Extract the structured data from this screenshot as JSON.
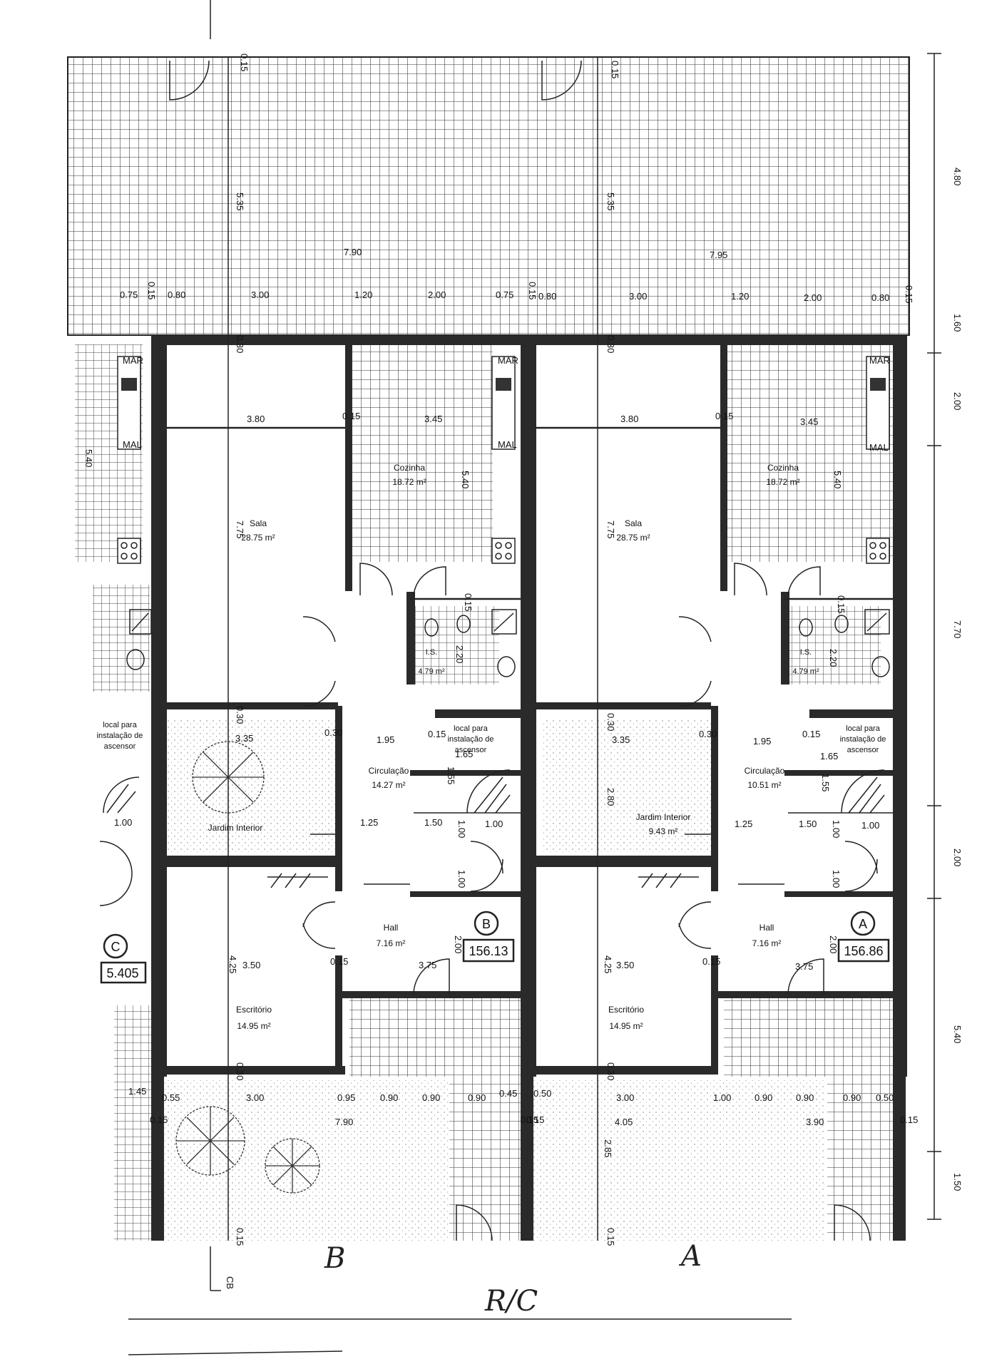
{
  "units": {
    "B": {
      "letter": "B",
      "area": "156.13",
      "rooms": {
        "sala": {
          "name": "Sala",
          "area": "28.75 m²"
        },
        "cozinha": {
          "name": "Cozinha",
          "area": "18.72 m²"
        },
        "ls": {
          "name": "I.S.",
          "area": "4.79 m²"
        },
        "circulacao": {
          "name": "Circulação",
          "area": "14.27 m²"
        },
        "jardim": {
          "name": "Jardim Interior",
          "area": ""
        },
        "hall": {
          "name": "Hall",
          "area": "7.16 m²"
        },
        "escritorio": {
          "name": "Escritório",
          "area": "14.95 m²"
        },
        "elevador": {
          "line1": "local para",
          "line2": "instalação de",
          "line3": "ascensor"
        }
      }
    },
    "A": {
      "letter": "A",
      "area": "156.86",
      "rooms": {
        "sala": {
          "name": "Sala",
          "area": "28.75 m²"
        },
        "cozinha": {
          "name": "Cozinha",
          "area": "18.72 m²"
        },
        "ls": {
          "name": "I.S.",
          "area": "4.79 m²"
        },
        "circulacao": {
          "name": "Circulação",
          "area": "10.51 m²"
        },
        "jardim": {
          "name": "Jardim Interior",
          "area": "9.43 m²"
        },
        "hall": {
          "name": "Hall",
          "area": "7.16 m²"
        },
        "escritorio": {
          "name": "Escritório",
          "area": "14.95 m²"
        },
        "elevador": {
          "line1": "local para",
          "line2": "instalação de",
          "line3": "ascensor"
        }
      }
    },
    "C": {
      "letter": "C",
      "area": "5.405"
    },
    "C_elevador": {
      "line1": "local para",
      "line2": "instalação de",
      "line3": "ascensor"
    }
  },
  "dims": {
    "top_b": {
      "w": "7.90",
      "h": "5.35",
      "t1": "0.15"
    },
    "top_a": {
      "w": "7.95",
      "h": "5.35",
      "t1": "0.15"
    },
    "row1_b": [
      "0.75",
      "0.15",
      "0.80",
      "3.00",
      "1.20",
      "2.00",
      "0.75",
      "0.15"
    ],
    "row1_a": [
      "0.80",
      "3.00",
      "1.20",
      "2.00",
      "0.80",
      "0.15"
    ],
    "row2_b": [
      "3.80",
      "0.15",
      "3.45"
    ],
    "row2_a": [
      "3.80",
      "0.15",
      "3.45"
    ],
    "vert_b": [
      "5.40",
      "7.75",
      "5.40",
      "0.30"
    ],
    "vert_a": [
      "7.75",
      "5.40",
      "0.30"
    ],
    "row3_b": [
      "3.35",
      "0.30",
      "1.95",
      "0.15",
      "1.65",
      "1.55"
    ],
    "row3_a": [
      "3.35",
      "0.30",
      "1.95",
      "0.15",
      "1.65",
      "1.55"
    ],
    "stairs_b": [
      "1.25",
      "1.50",
      "1.00",
      "1.00",
      "1.00"
    ],
    "stairs_a": [
      "1.25",
      "1.50",
      "1.00",
      "1.00",
      "1.00"
    ],
    "misc_b": [
      "2.20",
      "0.15",
      "0.30",
      "1.00"
    ],
    "misc_a": [
      "2.20",
      "0.15",
      "0.30",
      "2.80"
    ],
    "hall_b": [
      "4.25",
      "3.50",
      "0.15",
      "3.75",
      "2.00"
    ],
    "hall_a": [
      "4.25",
      "3.50",
      "0.15",
      "3.75",
      "2.00"
    ],
    "bottom_b": [
      "1.45",
      "0.55",
      "3.00",
      "0.95",
      "0.90",
      "0.90",
      "0.90",
      "0.45",
      "0.30",
      "0.15"
    ],
    "bottom_a": [
      "0.50",
      "3.00",
      "1.00",
      "0.90",
      "0.90",
      "0.90",
      "0.50",
      "0.30",
      "0.15"
    ],
    "bottom2_b": [
      "7.90",
      "0.15",
      "0.15"
    ],
    "bottom2_a": [
      "4.05",
      "3.90",
      "2.85",
      "0.15",
      "0.15"
    ],
    "right": [
      "4.80",
      "1.60",
      "2.00",
      "7.70",
      "2.00",
      "5.40",
      "1.50"
    ],
    "extra": "0.30",
    "mar": "MAR",
    "mal": "MAL",
    "cb": "CB"
  },
  "labels": {
    "hand_b": "B",
    "hand_a": "A",
    "rc": "R/C"
  }
}
